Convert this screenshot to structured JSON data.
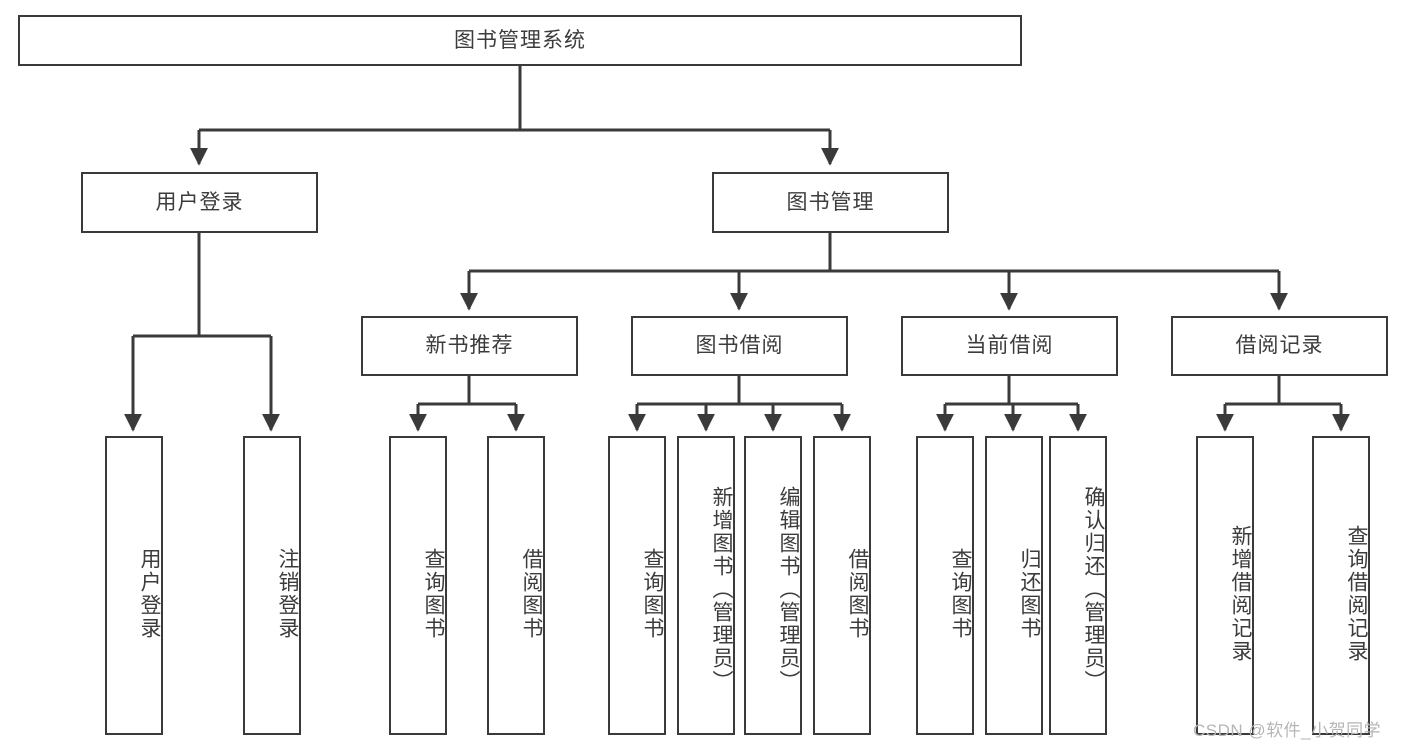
{
  "diagram": {
    "title": "图书管理系统",
    "type": "功能结构图",
    "root": {
      "label": "图书管理系统"
    },
    "level1": [
      {
        "label": "用户登录"
      },
      {
        "label": "图书管理"
      }
    ],
    "level2": [
      {
        "label": "新书推荐",
        "parent": "图书管理"
      },
      {
        "label": "图书借阅",
        "parent": "图书管理"
      },
      {
        "label": "当前借阅",
        "parent": "图书管理"
      },
      {
        "label": "借阅记录",
        "parent": "图书管理"
      }
    ],
    "leaves": {
      "user_login": [
        {
          "label": "用户登录"
        },
        {
          "label": "注销登录"
        }
      ],
      "new_book_recommend": [
        {
          "label": "查询图书"
        },
        {
          "label": "借阅图书"
        }
      ],
      "book_borrow": [
        {
          "label": "查询图书"
        },
        {
          "label": "新增图书（管理员）"
        },
        {
          "label": "编辑图书（管理员）"
        },
        {
          "label": "借阅图书"
        }
      ],
      "current_borrow": [
        {
          "label": "查询图书"
        },
        {
          "label": "归还图书"
        },
        {
          "label": "确认归还（管理员）"
        }
      ],
      "borrow_record": [
        {
          "label": "新增借阅记录"
        },
        {
          "label": "查询借阅记录"
        }
      ]
    }
  },
  "watermark": {
    "text": "CSDN @软件_小贺同学"
  },
  "colors": {
    "stroke": "#3a3a3a",
    "text": "#3c3c3c",
    "background": "#ffffff",
    "watermark": "#b6b6b6"
  }
}
